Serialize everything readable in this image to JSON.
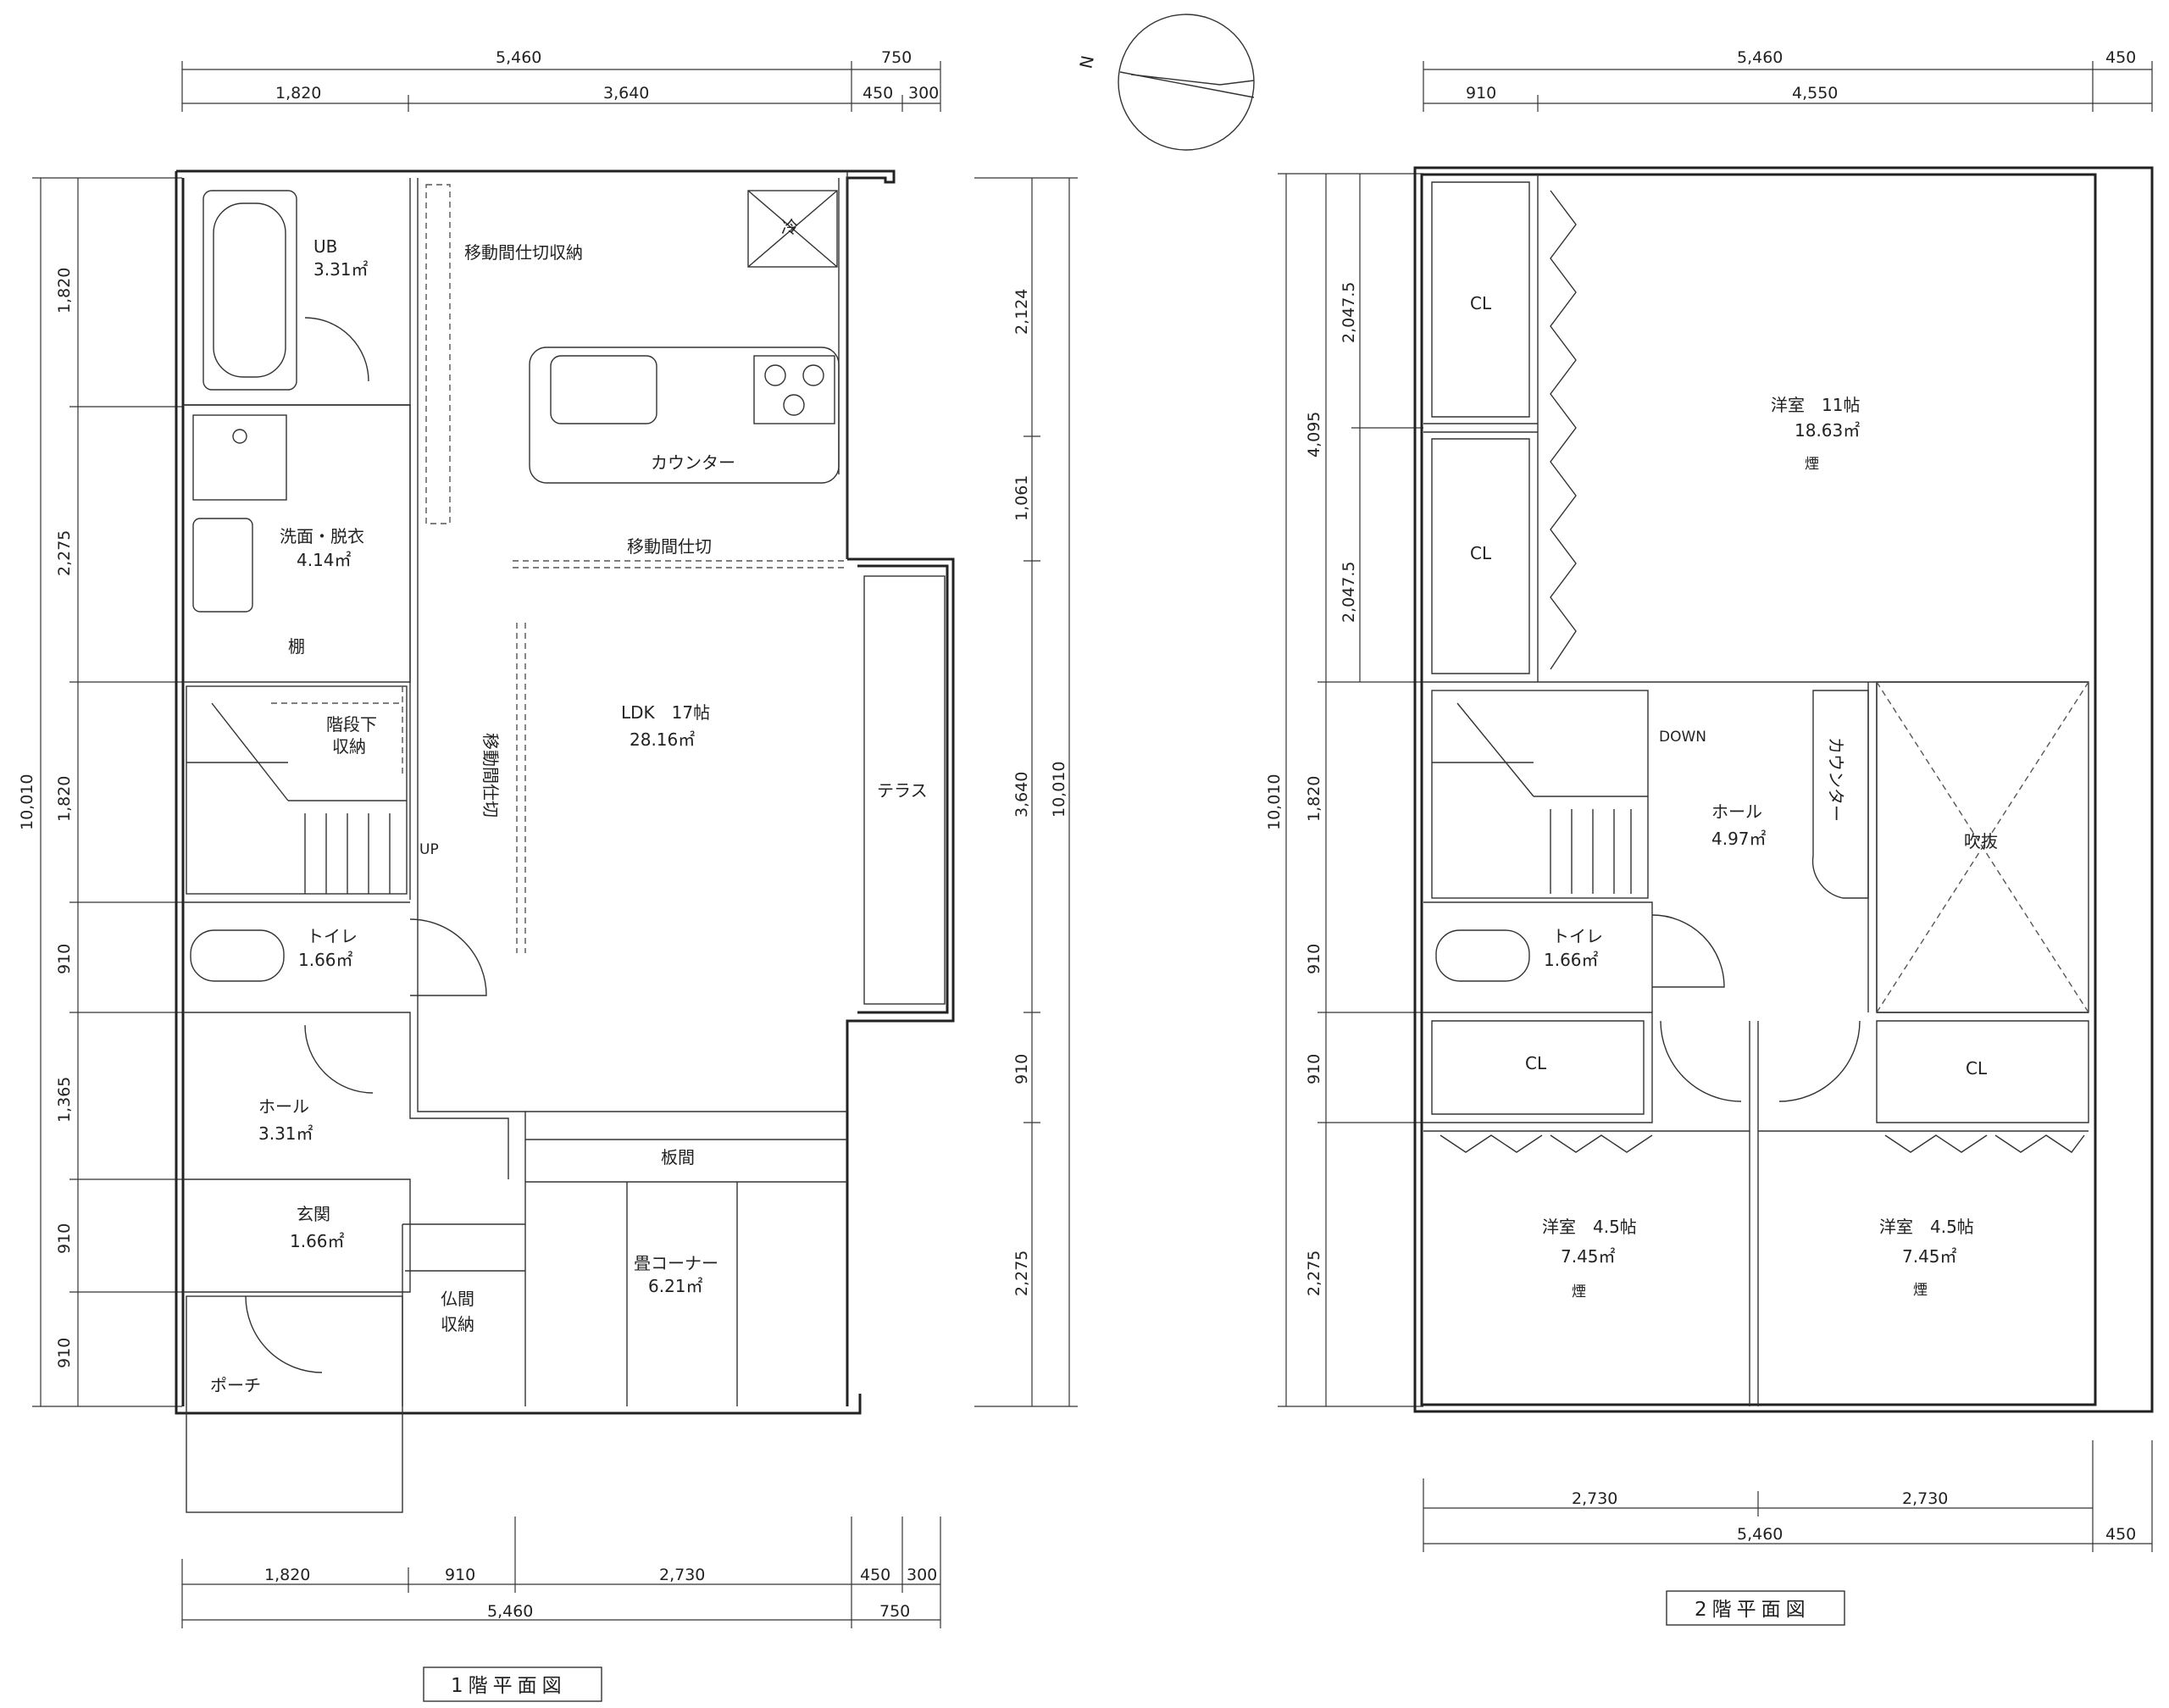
{
  "compass": {
    "label": "N"
  },
  "floor1": {
    "title": "1階平面図",
    "dims_top_total": [
      "5,460",
      "750"
    ],
    "dims_top_parts": [
      "1,820",
      "3,640",
      "450",
      "300"
    ],
    "dims_bottom_parts": [
      "1,820",
      "910",
      "2,730",
      "450",
      "300"
    ],
    "dims_bottom_total": [
      "5,460",
      "750"
    ],
    "dims_left_total": "10,010",
    "dims_left_parts": [
      "1,820",
      "2,275",
      "1,820",
      "910",
      "1,365",
      "910",
      "910"
    ],
    "dims_right_total": "10,010",
    "dims_right_parts": [
      "2,124",
      "1,061",
      "3,640",
      "910",
      "2,275"
    ],
    "rooms": {
      "ub": {
        "name": "UB",
        "area": "3.31㎡"
      },
      "senmen": {
        "name": "洗面・脱衣",
        "area": "4.14㎡"
      },
      "tana": "棚",
      "kaidan_shitaj": {
        "name1": "階段下",
        "name2": "収納"
      },
      "up": "UP",
      "toilet": {
        "name": "トイレ",
        "area": "1.66㎡"
      },
      "hall": {
        "name": "ホール",
        "area": "3.31㎡"
      },
      "genkan": {
        "name": "玄関",
        "area": "1.66㎡"
      },
      "porch": "ポーチ",
      "butsuma": {
        "name1": "仏間",
        "name2": "収納"
      },
      "tatami": {
        "name": "畳コーナー",
        "area": "6.21㎡"
      },
      "itama": "板間",
      "ldk": {
        "name": "LDK　17帖",
        "area": "28.16㎡"
      },
      "counter": "カウンター",
      "rei": "冷",
      "terrace": "テラス",
      "idou_shuno": "移動間仕切収納",
      "idou_h": "移動間仕切",
      "idou_v": "移動間仕切"
    }
  },
  "floor2": {
    "title": "2階平面図",
    "dims_top_total": [
      "5,460",
      "450"
    ],
    "dims_top_parts": [
      "910",
      "4,550"
    ],
    "dims_bottom_parts": [
      "2,730",
      "2,730"
    ],
    "dims_bottom_total": [
      "5,460",
      "450"
    ],
    "dims_left_total": "10,010",
    "dims_left_parts": [
      "1,820",
      "910",
      "910",
      "2,275"
    ],
    "dims_left_upper": "4,095",
    "dims_left_sub": [
      "2,047.5",
      "2,047.5"
    ],
    "rooms": {
      "yoshitsu11": {
        "name": "洋室　11帖",
        "area": "18.63㎡"
      },
      "cl1": "CL",
      "cl2": "CL",
      "down": "DOWN",
      "hall": {
        "name": "ホール",
        "area": "4.97㎡"
      },
      "counter": "カウンター",
      "fukinuke": "吹抜",
      "toilet": {
        "name": "トイレ",
        "area": "1.66㎡"
      },
      "cl3": "CL",
      "cl4": "CL",
      "yoshitsuA": {
        "name": "洋室　4.5帖",
        "area": "7.45㎡"
      },
      "yoshitsuB": {
        "name": "洋室　4.5帖",
        "area": "7.45㎡"
      },
      "smoke": "煙"
    }
  }
}
